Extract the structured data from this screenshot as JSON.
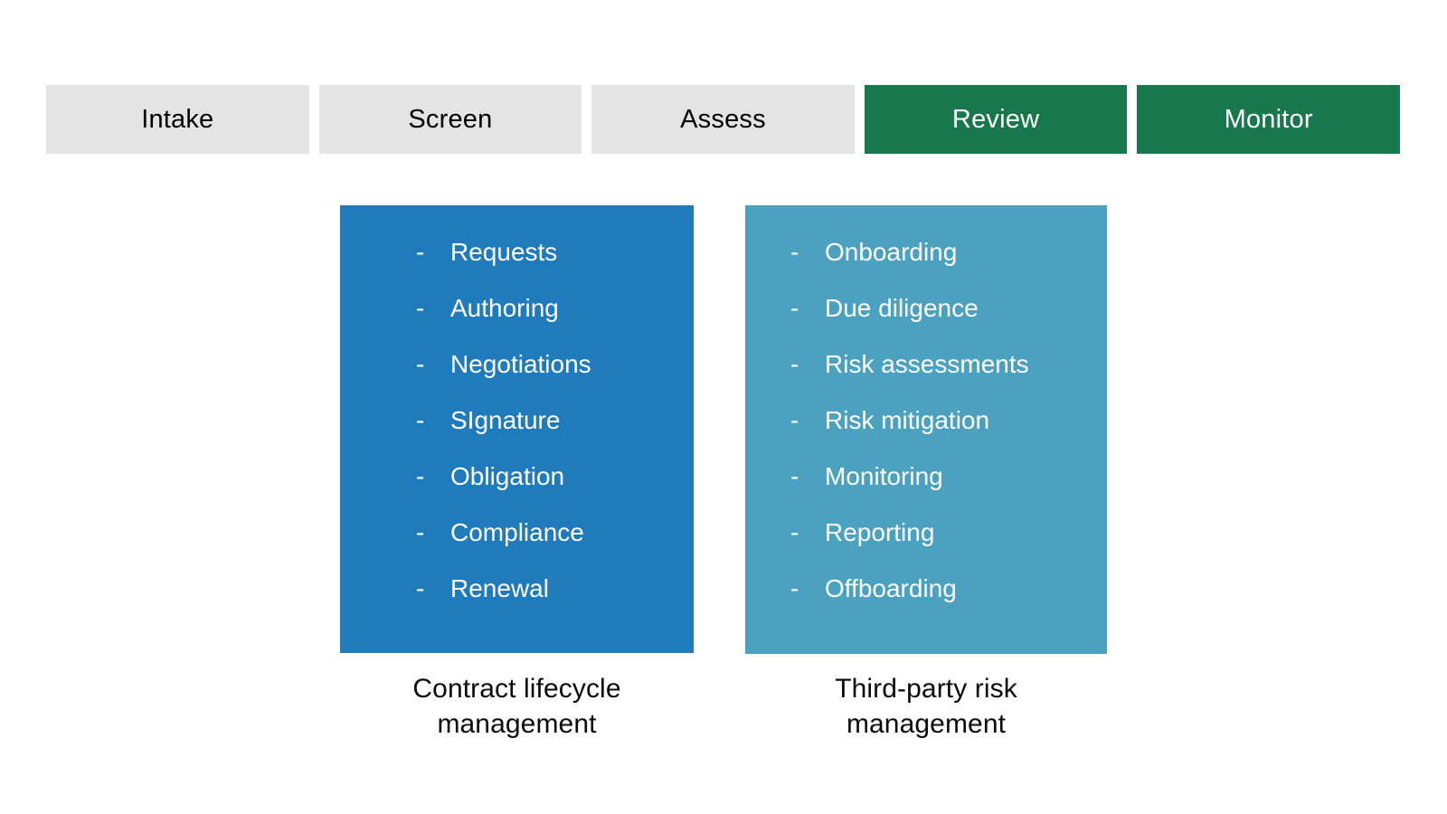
{
  "stage_bar": {
    "stages": [
      {
        "label": "Intake",
        "active": false
      },
      {
        "label": "Screen",
        "active": false
      },
      {
        "label": "Assess",
        "active": false
      },
      {
        "label": "Review",
        "active": true
      },
      {
        "label": "Monitor",
        "active": true
      }
    ],
    "colors": {
      "inactive_bg": "#e4e4e4",
      "inactive_text": "#000000",
      "active_bg": "#18784b",
      "active_text": "#ffffff"
    }
  },
  "panels": [
    {
      "name": "contract-lifecycle-management",
      "bg": "#1f7bbc",
      "text_color": "#ffffff",
      "bullet": "-",
      "items": [
        "Requests",
        "Authoring",
        "Negotiations",
        "SIgnature",
        "Obligation",
        "Compliance",
        "Renewal"
      ],
      "caption_line1": "Contract lifecycle",
      "caption_line2": "management"
    },
    {
      "name": "third-party-risk-management",
      "bg": "#4aa1c0",
      "text_color": "#ffffff",
      "bullet": "-",
      "items": [
        "Onboarding",
        "Due diligence",
        "Risk assessments",
        "Risk mitigation",
        "Monitoring",
        "Reporting",
        "Offboarding"
      ],
      "caption_line1": "Third-party risk",
      "caption_line2": "management"
    }
  ]
}
